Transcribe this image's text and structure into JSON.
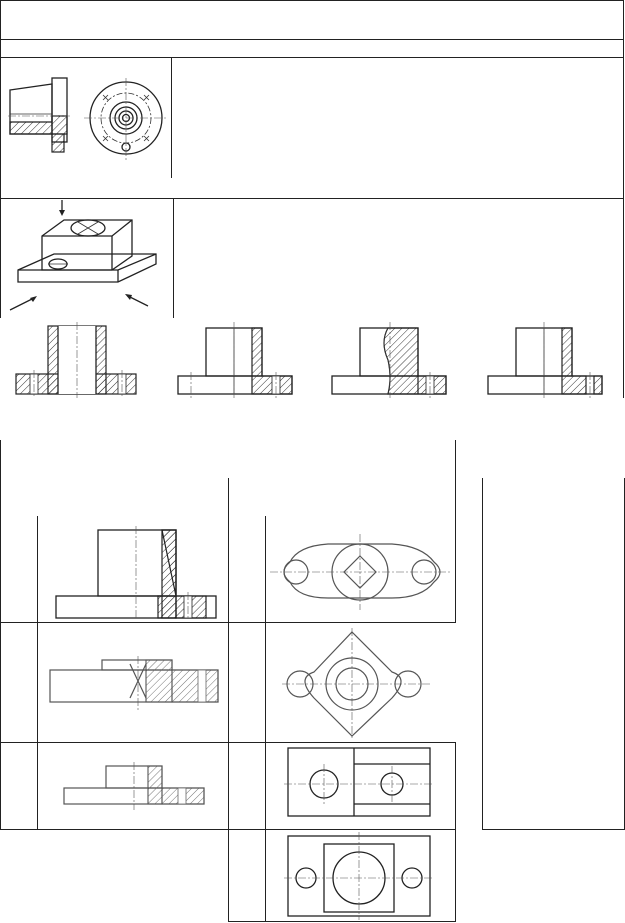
{
  "drawings": {
    "top_pair_side": "flange-section-side-view",
    "top_pair_front": "flange-circular-front-view",
    "isometric": "block-on-base-isometric",
    "option_views": [
      "section-option-a",
      "section-option-b",
      "section-option-c",
      "section-option-d"
    ],
    "match_sections": [
      "half-section-tall-boss",
      "full-section-short-boss",
      "full-section-low-boss"
    ],
    "match_tops": [
      "oval-flange-square-hole",
      "diamond-flange-round-hole",
      "rectangular-plate-two-holes",
      "rectangular-plate-three-holes"
    ]
  }
}
